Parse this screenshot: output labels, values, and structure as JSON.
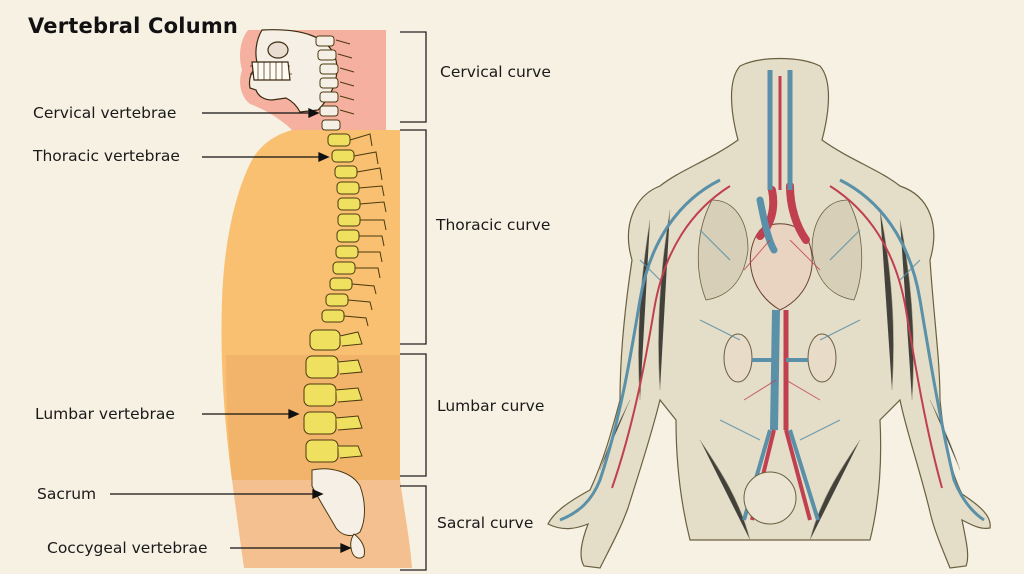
{
  "title": "Vertebral Column",
  "vertebra_labels": [
    {
      "text": "Cervical vertebrae"
    },
    {
      "text": "Thoracic vertebrae"
    },
    {
      "text": "Lumbar vertebrae"
    },
    {
      "text": "Sacrum"
    },
    {
      "text": "Coccygeal vertebrae"
    }
  ],
  "curve_labels": [
    {
      "text": "Cervical curve"
    },
    {
      "text": "Thoracic curve"
    },
    {
      "text": "Lumbar curve"
    },
    {
      "text": "Sacral curve"
    }
  ],
  "colors": {
    "background": "#f7f1e4",
    "neck_region": "#f5b0a0",
    "torso_upper": "#f8c070",
    "torso_lower": "#f2b46a",
    "vertebra": "#f0e060",
    "bone_outline": "#4a3a10",
    "vein": "#5a90a8",
    "artery": "#c04050"
  },
  "icons": {
    "skull": "skull-illustration",
    "spine": "spine-illustration",
    "circulatory": "circulatory-system-illustration"
  }
}
